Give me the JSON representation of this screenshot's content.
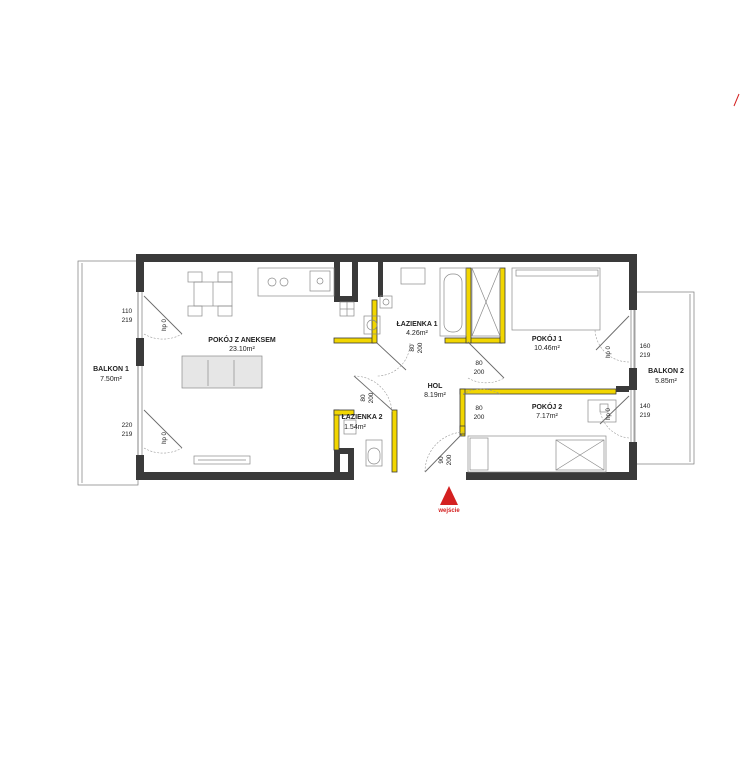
{
  "rooms": {
    "pokoj_aneks": {
      "name": "POKÓJ Z ANEKSEM",
      "area": "23.10m²"
    },
    "lazienka1": {
      "name": "ŁAZIENKA 1",
      "area": "4.26m²"
    },
    "lazienka2": {
      "name": "ŁAZIENKA 2",
      "area": "1.54m²"
    },
    "hol": {
      "name": "HOL",
      "area": "8.19m²"
    },
    "pokoj1": {
      "name": "POKÓJ 1",
      "area": "10.46m²"
    },
    "pokoj2": {
      "name": "POKÓJ 2",
      "area": "7.17m²"
    },
    "balkon1": {
      "name": "BALKON 1",
      "area": "7.50m²"
    },
    "balkon2": {
      "name": "BALKON 2",
      "area": "5.85m²"
    }
  },
  "dimensions": {
    "w_balkon1_top": [
      "110",
      "219"
    ],
    "w_balkon1_bottom": [
      "220",
      "219"
    ],
    "w_pokoj1": [
      "160",
      "219"
    ],
    "w_pokoj2": [
      "140",
      "219"
    ],
    "d_lazienka1": [
      "80",
      "200"
    ],
    "d_pokoj1": [
      "80",
      "200"
    ],
    "d_pokoj2": [
      "80",
      "200"
    ],
    "d_lazienka2": [
      "80",
      "200"
    ],
    "d_entry": [
      "90",
      "200"
    ]
  },
  "window_marks": {
    "hp": "hp 0"
  },
  "entrance": {
    "label": "wejście"
  },
  "colors": {
    "walls": "#3a3a3a",
    "partitions": "#f2d600",
    "entrance": "#d42020"
  }
}
